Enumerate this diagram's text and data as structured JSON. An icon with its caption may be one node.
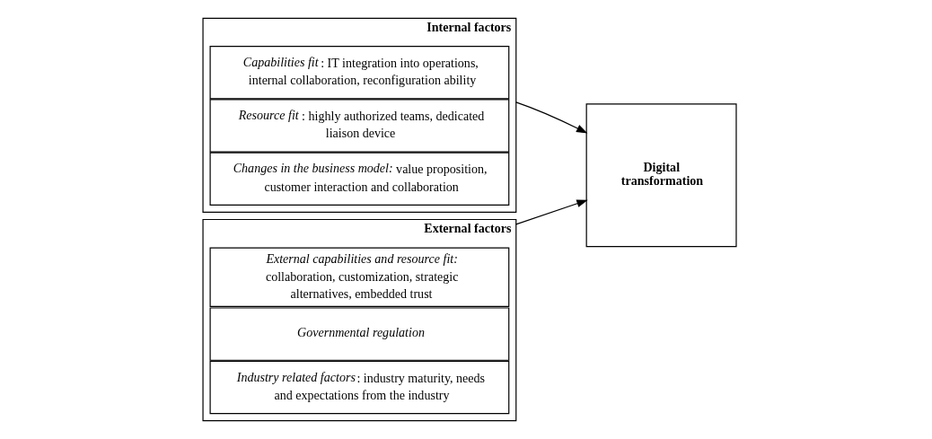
{
  "diagram": {
    "nodes": [
      {
        "text": [
          "Internal factors"
        ]
      },
      {
        "text": [
          "*Capabilities fit*: IT integration into operations, internal collaboration, reconfiguration ability"
        ],
        "in": 0
      },
      {
        "text": [
          "*Resource fit*: highly authorized teams, dedicated liaison device"
        ],
        "in": 0
      },
      {
        "text": [
          "*Changes in the business model:* value proposition, customer interaction and collaboration"
        ],
        "in": 0
      },
      {
        "text": [
          "External factors"
        ]
      },
      {
        "text": [
          "*External capabilities and resource fit:* collaboration, customization, strategic alternatives, embedded trust"
        ],
        "in": 4
      },
      {
        "text": [
          "*Governmental regulation*"
        ],
        "in": 4
      },
      {
        "text": [
          "*Industry related factors*: industry maturity, needs and expectations from the industry"
        ],
        "in": 4
      },
      {
        "text": [
          "Digital transformation"
        ]
      }
    ],
    "edges": [
      {
        "from": 0,
        "to": 8,
        "arrow": "to"
      },
      {
        "from": 4,
        "to": 8,
        "arrow": "to"
      }
    ]
  }
}
